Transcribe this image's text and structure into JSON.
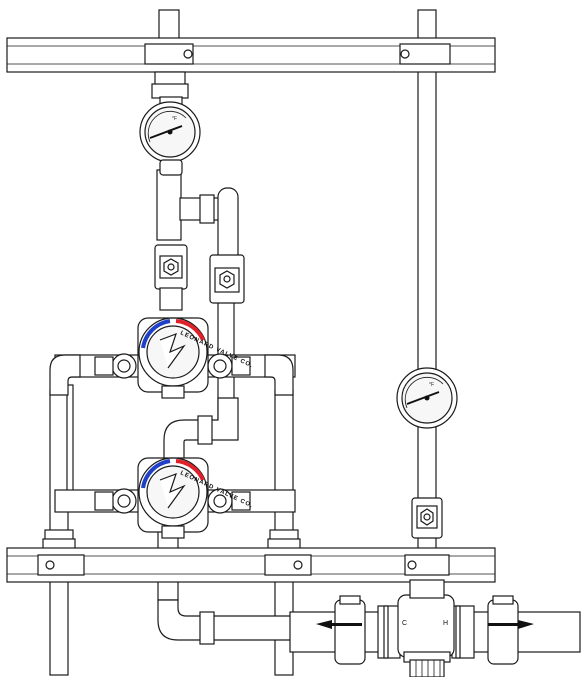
{
  "diagram": {
    "colors": {
      "line": "#1a1a1a",
      "fill": "#ffffff",
      "hot": "#e0202a",
      "cold": "#2040c8"
    },
    "mixing_valves": [
      {
        "id": "upper",
        "label": "LEONARD VALVE CO."
      },
      {
        "id": "lower",
        "label": "LEONARD VALVE CO."
      }
    ],
    "gauges": [
      "thermometer-upper",
      "thermometer-right"
    ],
    "control_valve": {
      "port_left": "C",
      "port_right": "H"
    },
    "flow_arrows": [
      "inlet-left-arrow",
      "outlet-right-arrow"
    ]
  }
}
